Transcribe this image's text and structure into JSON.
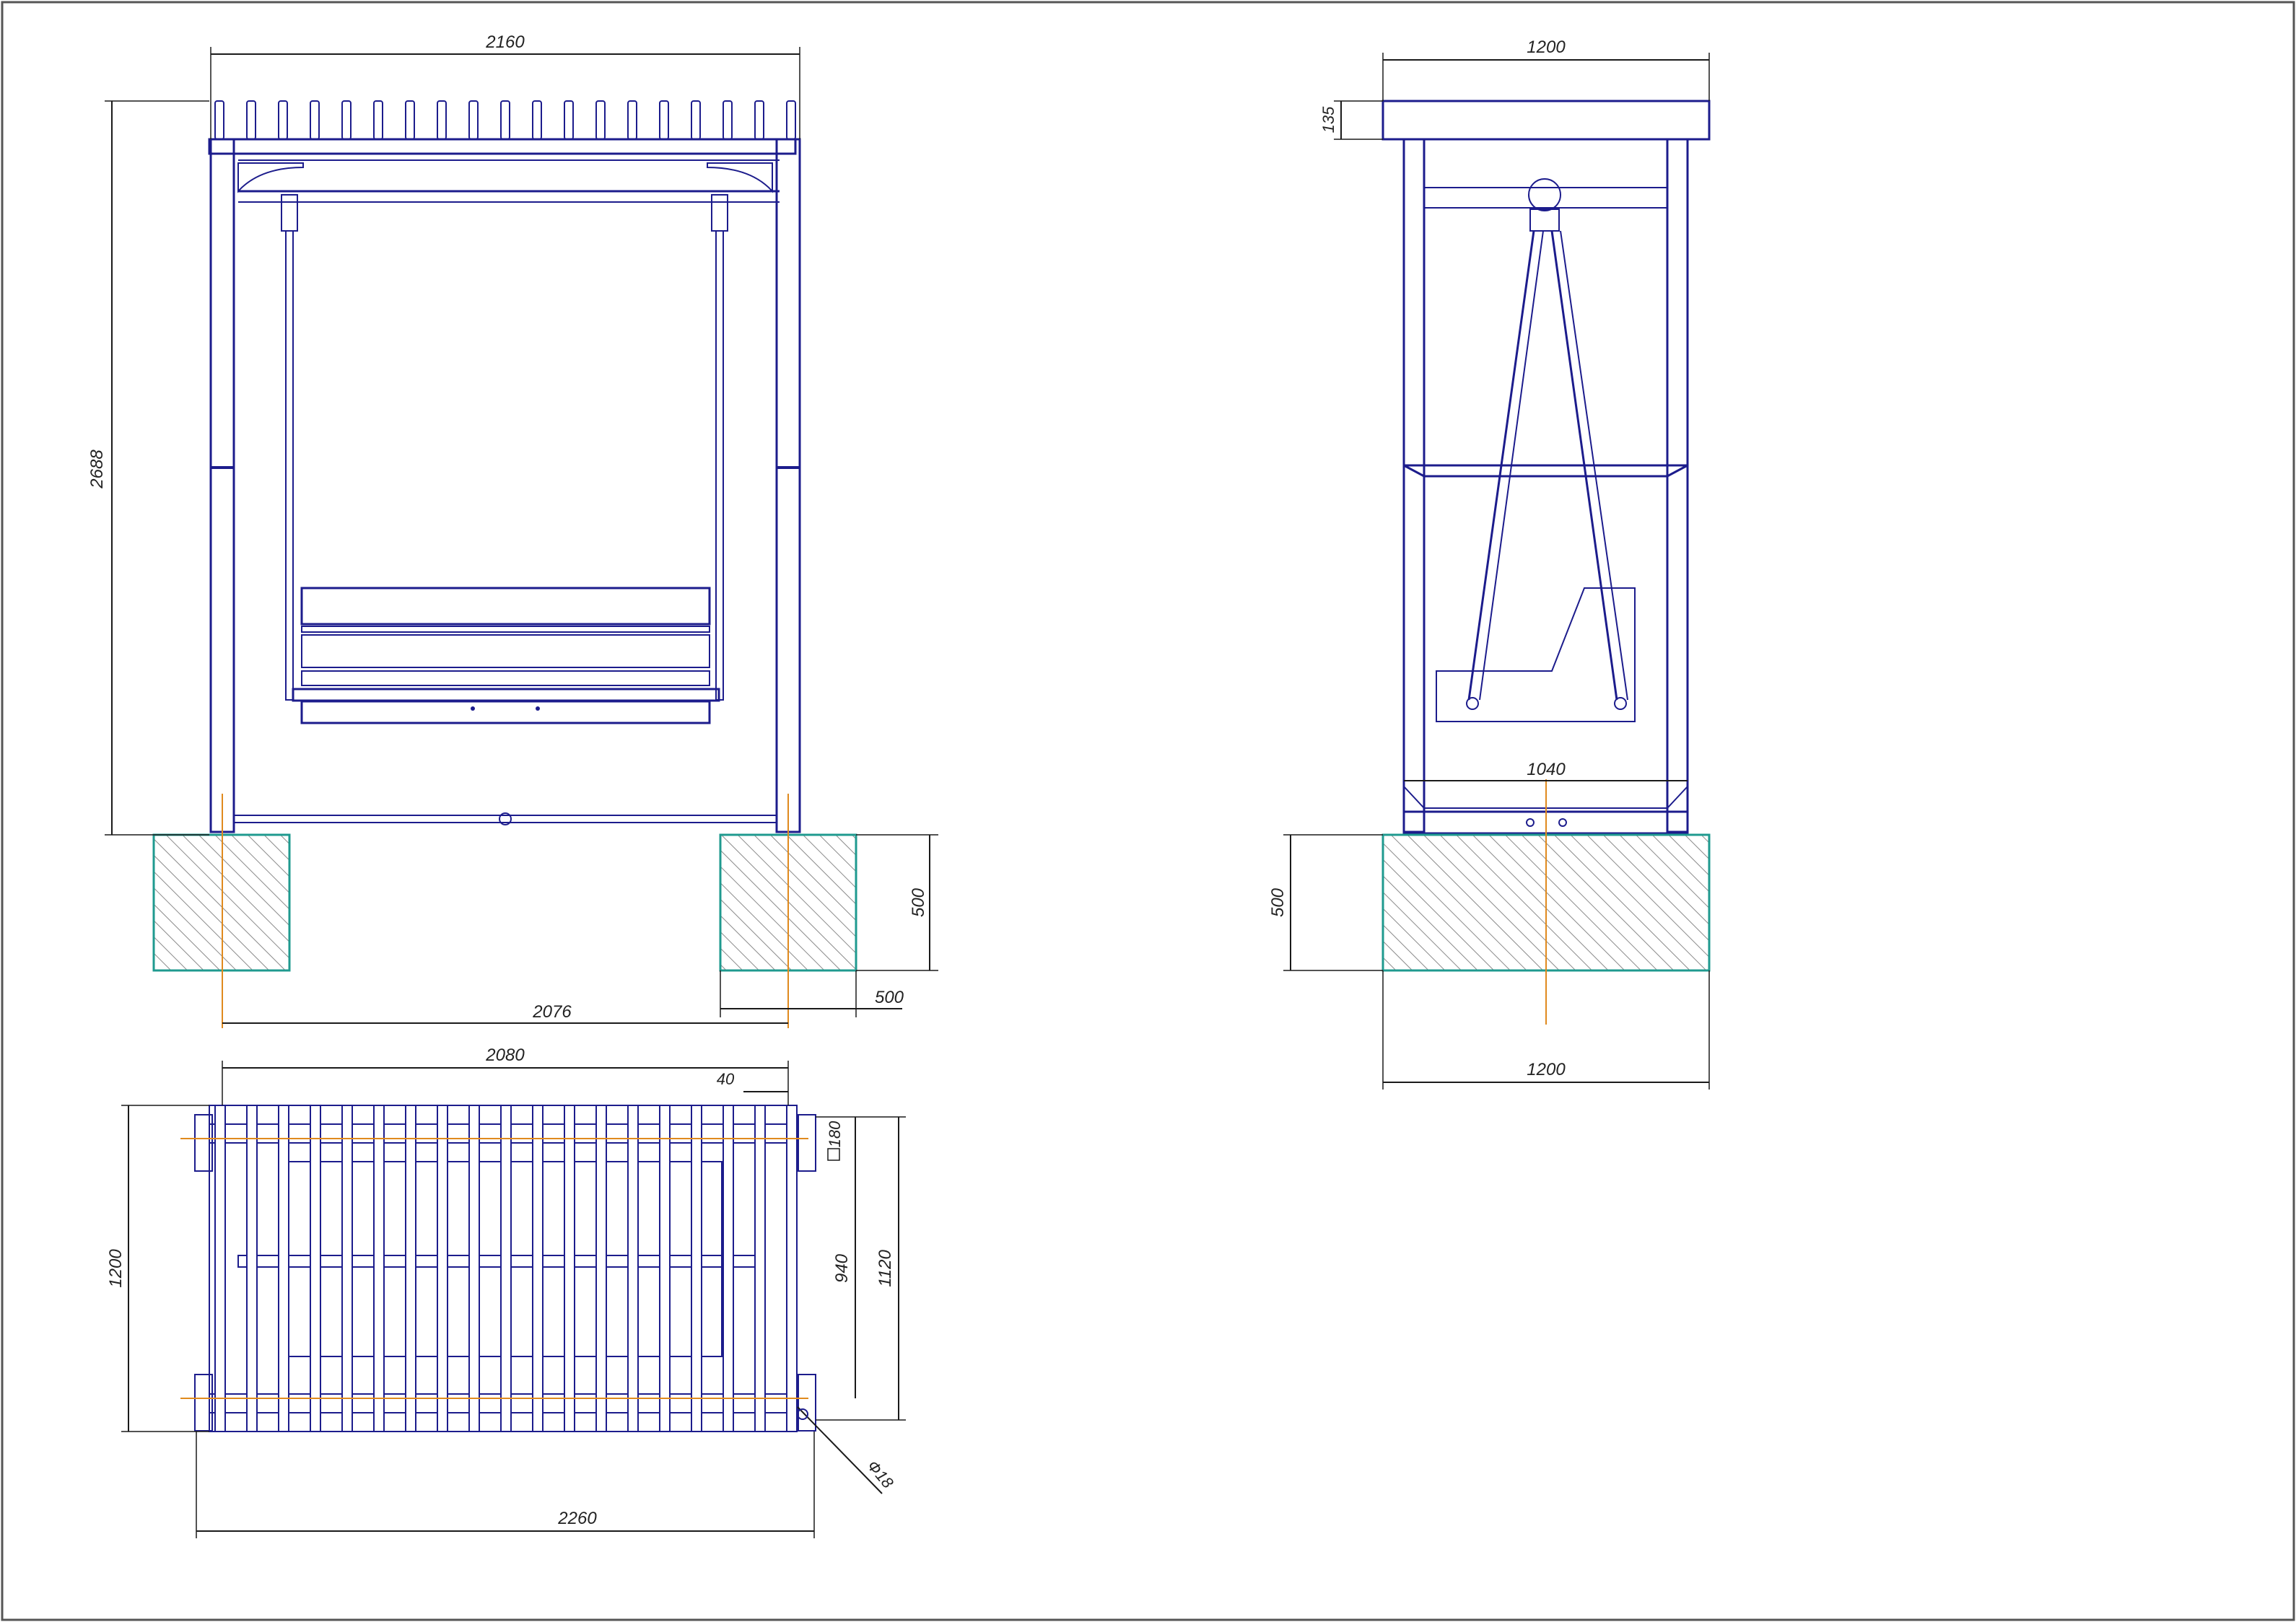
{
  "colors": {
    "frame": "#1c1c8c",
    "dimension": "#1a1a1a",
    "foundation_edge": "#1f9a8f",
    "hatch": "#8a8a8a",
    "centerline": "#e08a1e",
    "border": "#555555"
  },
  "front_view": {
    "dim_top": "2160",
    "dim_height": "2688",
    "dim_footing_depth": "500",
    "dim_footing_width": "500",
    "dim_axis_span": "2076"
  },
  "side_view": {
    "dim_top": "1200",
    "dim_roof": "135",
    "dim_inner": "1040",
    "dim_footing_depth": "500",
    "dim_bottom": "1200"
  },
  "plan_view": {
    "dim_top": "2080",
    "dim_slat": "40",
    "dim_height": "1200",
    "dim_180": "180",
    "dim_940": "940",
    "dim_1120": "1120",
    "dim_hole": "Ф18",
    "dim_bottom": "2260"
  }
}
